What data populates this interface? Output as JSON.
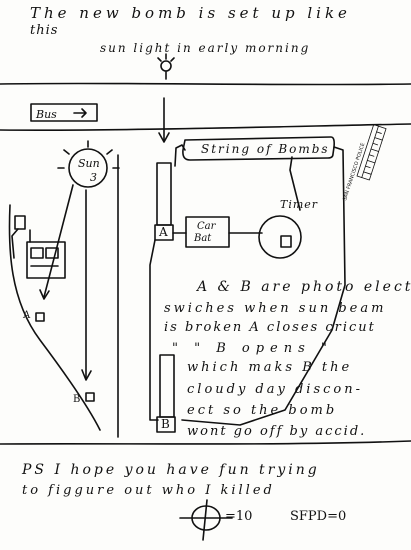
{
  "intro": {
    "line1": "The new bomb is set up like",
    "line2": "this",
    "line3": "sun light in early morning"
  },
  "diagram": {
    "bus_label": "Bus",
    "sun_label": "Sun",
    "sun_number": "3",
    "string_label": "String of Bombs",
    "timer_label": "Timer",
    "battery_label_1": "Car",
    "battery_label_2": "Bat",
    "switch_a": "A",
    "switch_b": "B",
    "roadside_a": "A",
    "roadside_b": "B"
  },
  "explanation": {
    "line1": "A & B are photo electric",
    "line2": "swiches when sun beam",
    "line3": "is broken A closes cricut",
    "line4": "\"     \"     B opens     \"",
    "line5": "which maks B the",
    "line6": "cloudy day discon-",
    "line7": "ect so the bomb",
    "line8": "wont go off by accid."
  },
  "postscript": {
    "line1": "PS I hope you have fun trying",
    "line2": "to figgure out who I killed"
  },
  "score": {
    "left": "=10",
    "right": "SFPD=0"
  },
  "ruler": {
    "text": "SAN FRANCISCO POLICE"
  }
}
